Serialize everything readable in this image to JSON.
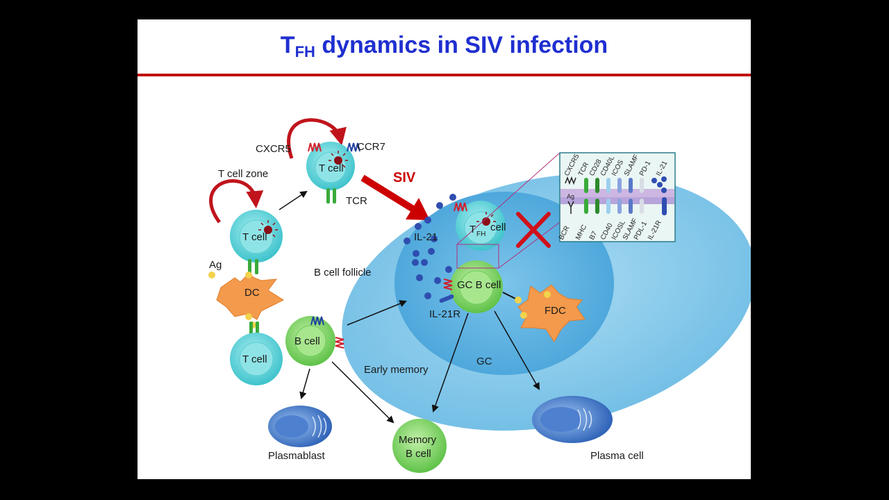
{
  "title": {
    "main": "T",
    "sub": "FH",
    "rest": " dynamics in SIV infection"
  },
  "labels": {
    "cxcr5": "CXCR5",
    "ccr7": "CCR7",
    "t_cell_zone": "T cell zone",
    "t_cell": "T cell",
    "tcr": "TCR",
    "siv": "SIV",
    "ag": "Ag",
    "dc": "DC",
    "b_cell_follicle": "B cell follicle",
    "il21": "IL-21",
    "tfh_t": "T",
    "tfh_sub": "FH",
    "tfh_cell": "cell",
    "gc_b_cell": "GC B cell",
    "il21r": "IL-21R",
    "fdc": "FDC",
    "b_cell": "B cell",
    "early_memory": "Early memory",
    "gc": "GC",
    "plasmablast": "Plasmablast",
    "memory_b_line1": "Memory",
    "memory_b_line2": "B cell",
    "plasma_cell": "Plasma cell"
  },
  "inset": {
    "top_labels": [
      "CXCR5",
      "TCR",
      "CD28",
      "CD40L",
      "ICOS",
      "SLAMF",
      "PD-1",
      "IL-21"
    ],
    "bottom_labels": [
      "BCR",
      "MHC",
      "B7",
      "CD40",
      "ICOSL",
      "SLAMF",
      "PDL-1",
      "IL-21R"
    ],
    "ag_label": "Ag"
  },
  "colors": {
    "title": "#1f2fd0",
    "rule": "#c01010",
    "siv_arrow": "#cc0000",
    "follicle": "#8fcdec",
    "gc": "#5fb3e0",
    "t_cell": "#6fd6dc",
    "b_cell": "#8fd87a",
    "dc": "#f39a4c",
    "plasma": "#5b8fd6"
  }
}
